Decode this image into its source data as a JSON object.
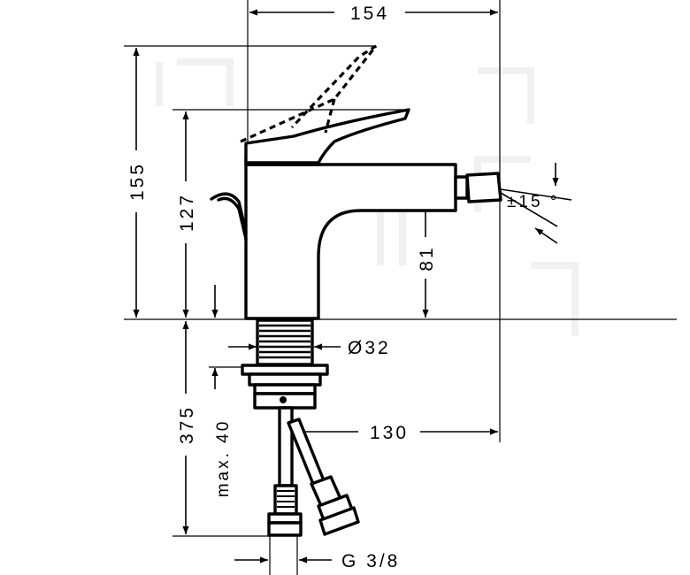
{
  "dimensions": {
    "overall_width": "154",
    "overall_height": "155",
    "lever_height": "127",
    "spout_height": "81",
    "spout_tilt": "±15 °",
    "shank_diameter": "Ø32",
    "deck_thickness_max": "max. 40",
    "hose_length": "375",
    "projection": "130",
    "connection_thread": "G 3/8"
  }
}
